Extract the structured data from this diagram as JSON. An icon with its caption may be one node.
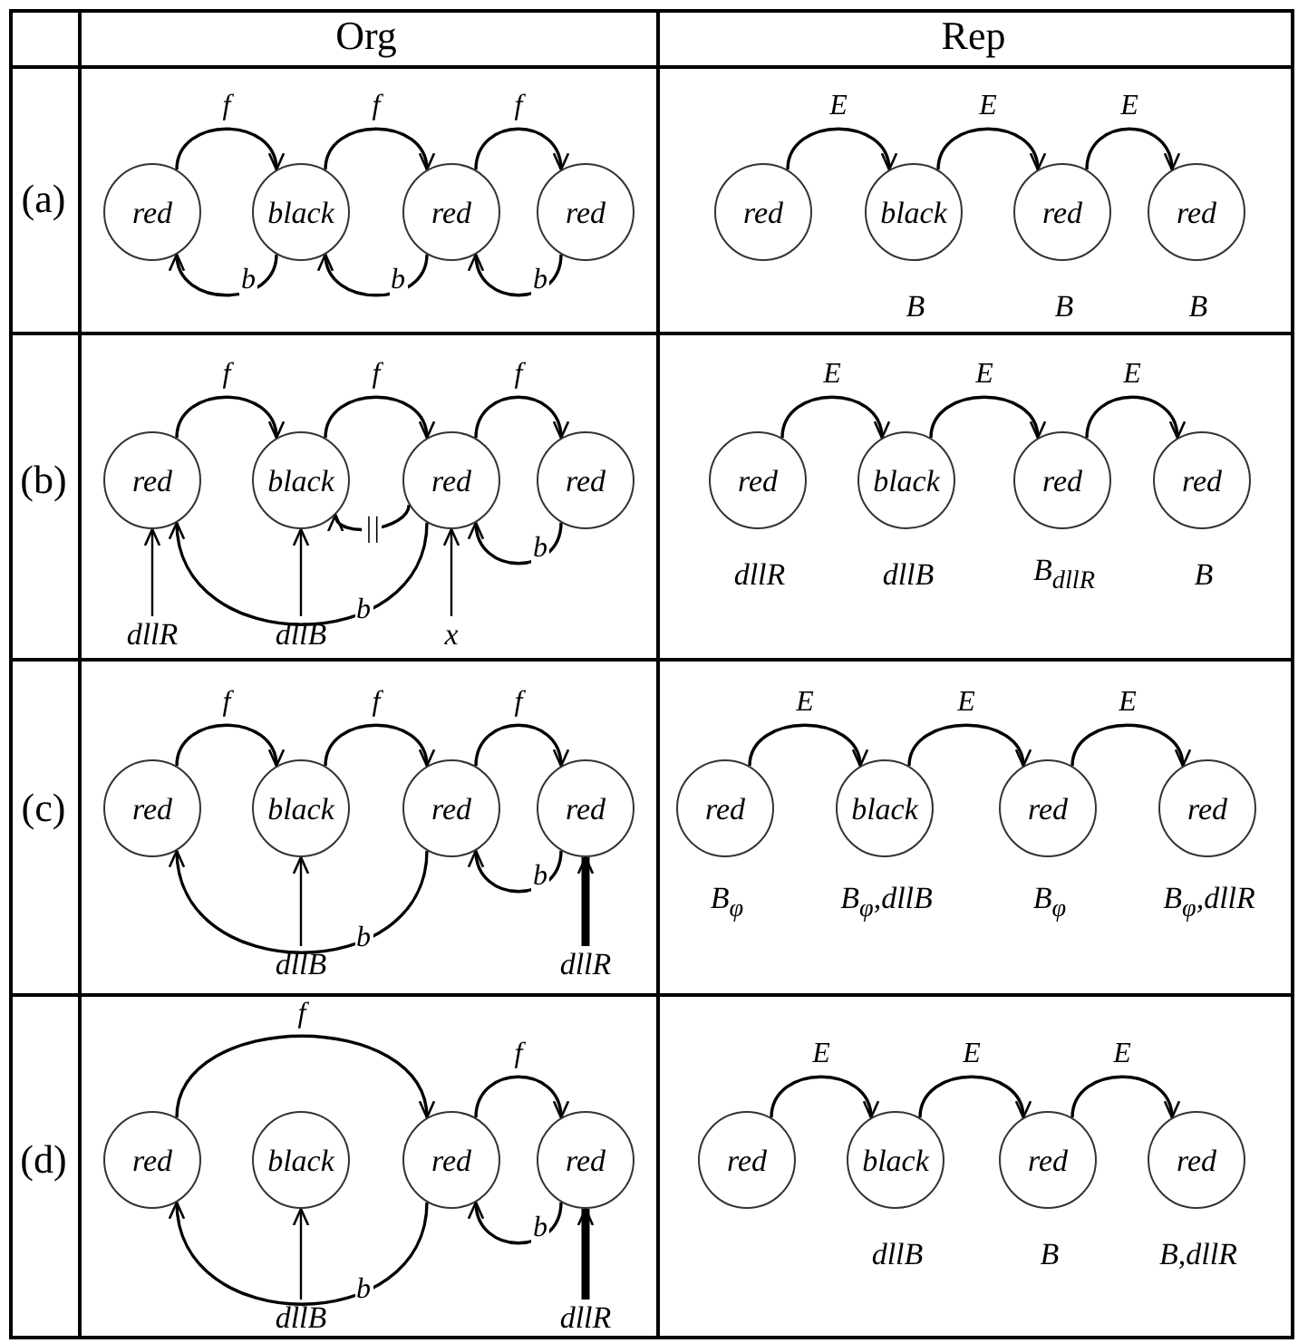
{
  "diagram": {
    "nodes": [
      {
        "text": [
          "red"
        ]
      },
      {
        "text": [
          "black"
        ]
      },
      {
        "text": [
          "red"
        ]
      },
      {
        "text": [
          "red"
        ]
      },
      {
        "text": [
          "red"
        ]
      },
      {
        "text": [
          "black"
        ],
        "beside": [
          "B"
        ]
      },
      {
        "text": [
          "red"
        ],
        "beside": [
          "B"
        ]
      },
      {
        "text": [
          "red"
        ],
        "beside": [
          "B"
        ]
      },
      {
        "text": [
          "red"
        ]
      },
      {
        "text": [
          "black"
        ]
      },
      {
        "text": [
          "red"
        ]
      },
      {
        "text": [
          "red"
        ]
      },
      {
        "text": [
          "dllR"
        ]
      },
      {
        "text": [
          "dllB"
        ]
      },
      {
        "text": [
          "x"
        ]
      },
      {
        "text": [
          "red"
        ],
        "beside": [
          "dllR"
        ]
      },
      {
        "text": [
          "black"
        ],
        "beside": [
          "dllB"
        ]
      },
      {
        "text": [
          "red"
        ],
        "beside": [
          "B$_{dllR}$"
        ]
      },
      {
        "text": [
          "red"
        ],
        "beside": [
          "B"
        ]
      },
      {
        "text": [
          "red"
        ]
      },
      {
        "text": [
          "black"
        ]
      },
      {
        "text": [
          "red"
        ]
      },
      {
        "text": [
          "red"
        ]
      },
      {
        "text": [
          "dllB"
        ]
      },
      {
        "text": [
          "dllR"
        ]
      },
      {
        "text": [
          "red"
        ],
        "beside": [
          "B$_{φ}$"
        ]
      },
      {
        "text": [
          "black"
        ],
        "beside": [
          "B$_{φ}$,dllB"
        ]
      },
      {
        "text": [
          "red"
        ],
        "beside": [
          "B$_{φ}$"
        ]
      },
      {
        "text": [
          "red"
        ],
        "beside": [
          "B$_{φ}$,dllR"
        ]
      },
      {
        "text": [
          "red"
        ]
      },
      {
        "text": [
          "black"
        ]
      },
      {
        "text": [
          "red"
        ]
      },
      {
        "text": [
          "red"
        ]
      },
      {
        "text": [
          "dllB"
        ]
      },
      {
        "text": [
          "dllR"
        ]
      },
      {
        "text": [
          "red"
        ]
      },
      {
        "text": [
          "black"
        ],
        "beside": [
          "dllB"
        ]
      },
      {
        "text": [
          "red"
        ],
        "beside": [
          "B"
        ]
      },
      {
        "text": [
          "red"
        ],
        "beside": [
          "B,dllR"
        ]
      }
    ],
    "edges": [
      {
        "from": 0,
        "to": 1,
        "arrow": "to",
        "label": "f"
      },
      {
        "from": 1,
        "to": 2,
        "arrow": "to",
        "label": "f"
      },
      {
        "from": 2,
        "to": 3,
        "arrow": "to",
        "label": "f"
      },
      {
        "from": 1,
        "to": 0,
        "arrow": "to",
        "label": "b"
      },
      {
        "from": 2,
        "to": 1,
        "arrow": "to",
        "label": "b"
      },
      {
        "from": 3,
        "to": 2,
        "arrow": "to",
        "label": "b"
      },
      {
        "from": 4,
        "to": 5,
        "arrow": "to",
        "label": "E"
      },
      {
        "from": 5,
        "to": 6,
        "arrow": "to",
        "label": "E"
      },
      {
        "from": 6,
        "to": 7,
        "arrow": "to",
        "label": "E"
      },
      {
        "from": 8,
        "to": 9,
        "arrow": "to",
        "label": "f"
      },
      {
        "from": 9,
        "to": 10,
        "arrow": "to",
        "label": "f"
      },
      {
        "from": 10,
        "to": 11,
        "arrow": "to",
        "label": "f"
      },
      {
        "from": 10,
        "to": 8,
        "arrow": "to",
        "label": "b"
      },
      {
        "from": 10,
        "to": 9,
        "arrow": "to",
        "label": "||"
      },
      {
        "from": 11,
        "to": 10,
        "arrow": "to",
        "label": "b"
      },
      {
        "from": 12,
        "to": 8,
        "arrow": "to"
      },
      {
        "from": 13,
        "to": 9,
        "arrow": "to"
      },
      {
        "from": 14,
        "to": 10,
        "arrow": "to"
      },
      {
        "from": 15,
        "to": 16,
        "arrow": "to",
        "label": "E"
      },
      {
        "from": 16,
        "to": 17,
        "arrow": "to",
        "label": "E"
      },
      {
        "from": 17,
        "to": 18,
        "arrow": "to",
        "label": "E"
      },
      {
        "from": 19,
        "to": 20,
        "arrow": "to",
        "label": "f"
      },
      {
        "from": 20,
        "to": 21,
        "arrow": "to",
        "label": "f"
      },
      {
        "from": 21,
        "to": 22,
        "arrow": "to",
        "label": "f"
      },
      {
        "from": 21,
        "to": 19,
        "arrow": "to",
        "label": "b"
      },
      {
        "from": 22,
        "to": 21,
        "arrow": "to",
        "label": "b"
      },
      {
        "from": 23,
        "to": 20,
        "arrow": "to"
      },
      {
        "from": 24,
        "to": 22,
        "arrow": "to",
        "style": "thick"
      },
      {
        "from": 25,
        "to": 26,
        "arrow": "to",
        "label": "E"
      },
      {
        "from": 26,
        "to": 27,
        "arrow": "to",
        "label": "E"
      },
      {
        "from": 27,
        "to": 28,
        "arrow": "to",
        "label": "E"
      },
      {
        "from": 29,
        "to": 31,
        "arrow": "to",
        "label": "f"
      },
      {
        "from": 31,
        "to": 32,
        "arrow": "to",
        "label": "f"
      },
      {
        "from": 31,
        "to": 29,
        "arrow": "to",
        "label": "b"
      },
      {
        "from": 32,
        "to": 31,
        "arrow": "to",
        "label": "b"
      },
      {
        "from": 33,
        "to": 30,
        "arrow": "to"
      },
      {
        "from": 34,
        "to": 32,
        "arrow": "to",
        "style": "thick"
      },
      {
        "from": 35,
        "to": 36,
        "arrow": "to",
        "label": "E"
      },
      {
        "from": 36,
        "to": 37,
        "arrow": "to",
        "label": "E"
      },
      {
        "from": 37,
        "to": 38,
        "arrow": "to",
        "label": "E"
      }
    ],
    "labels": [
      "Org",
      "Rep",
      "(a)",
      "(b)",
      "(c)",
      "(d)"
    ]
  }
}
